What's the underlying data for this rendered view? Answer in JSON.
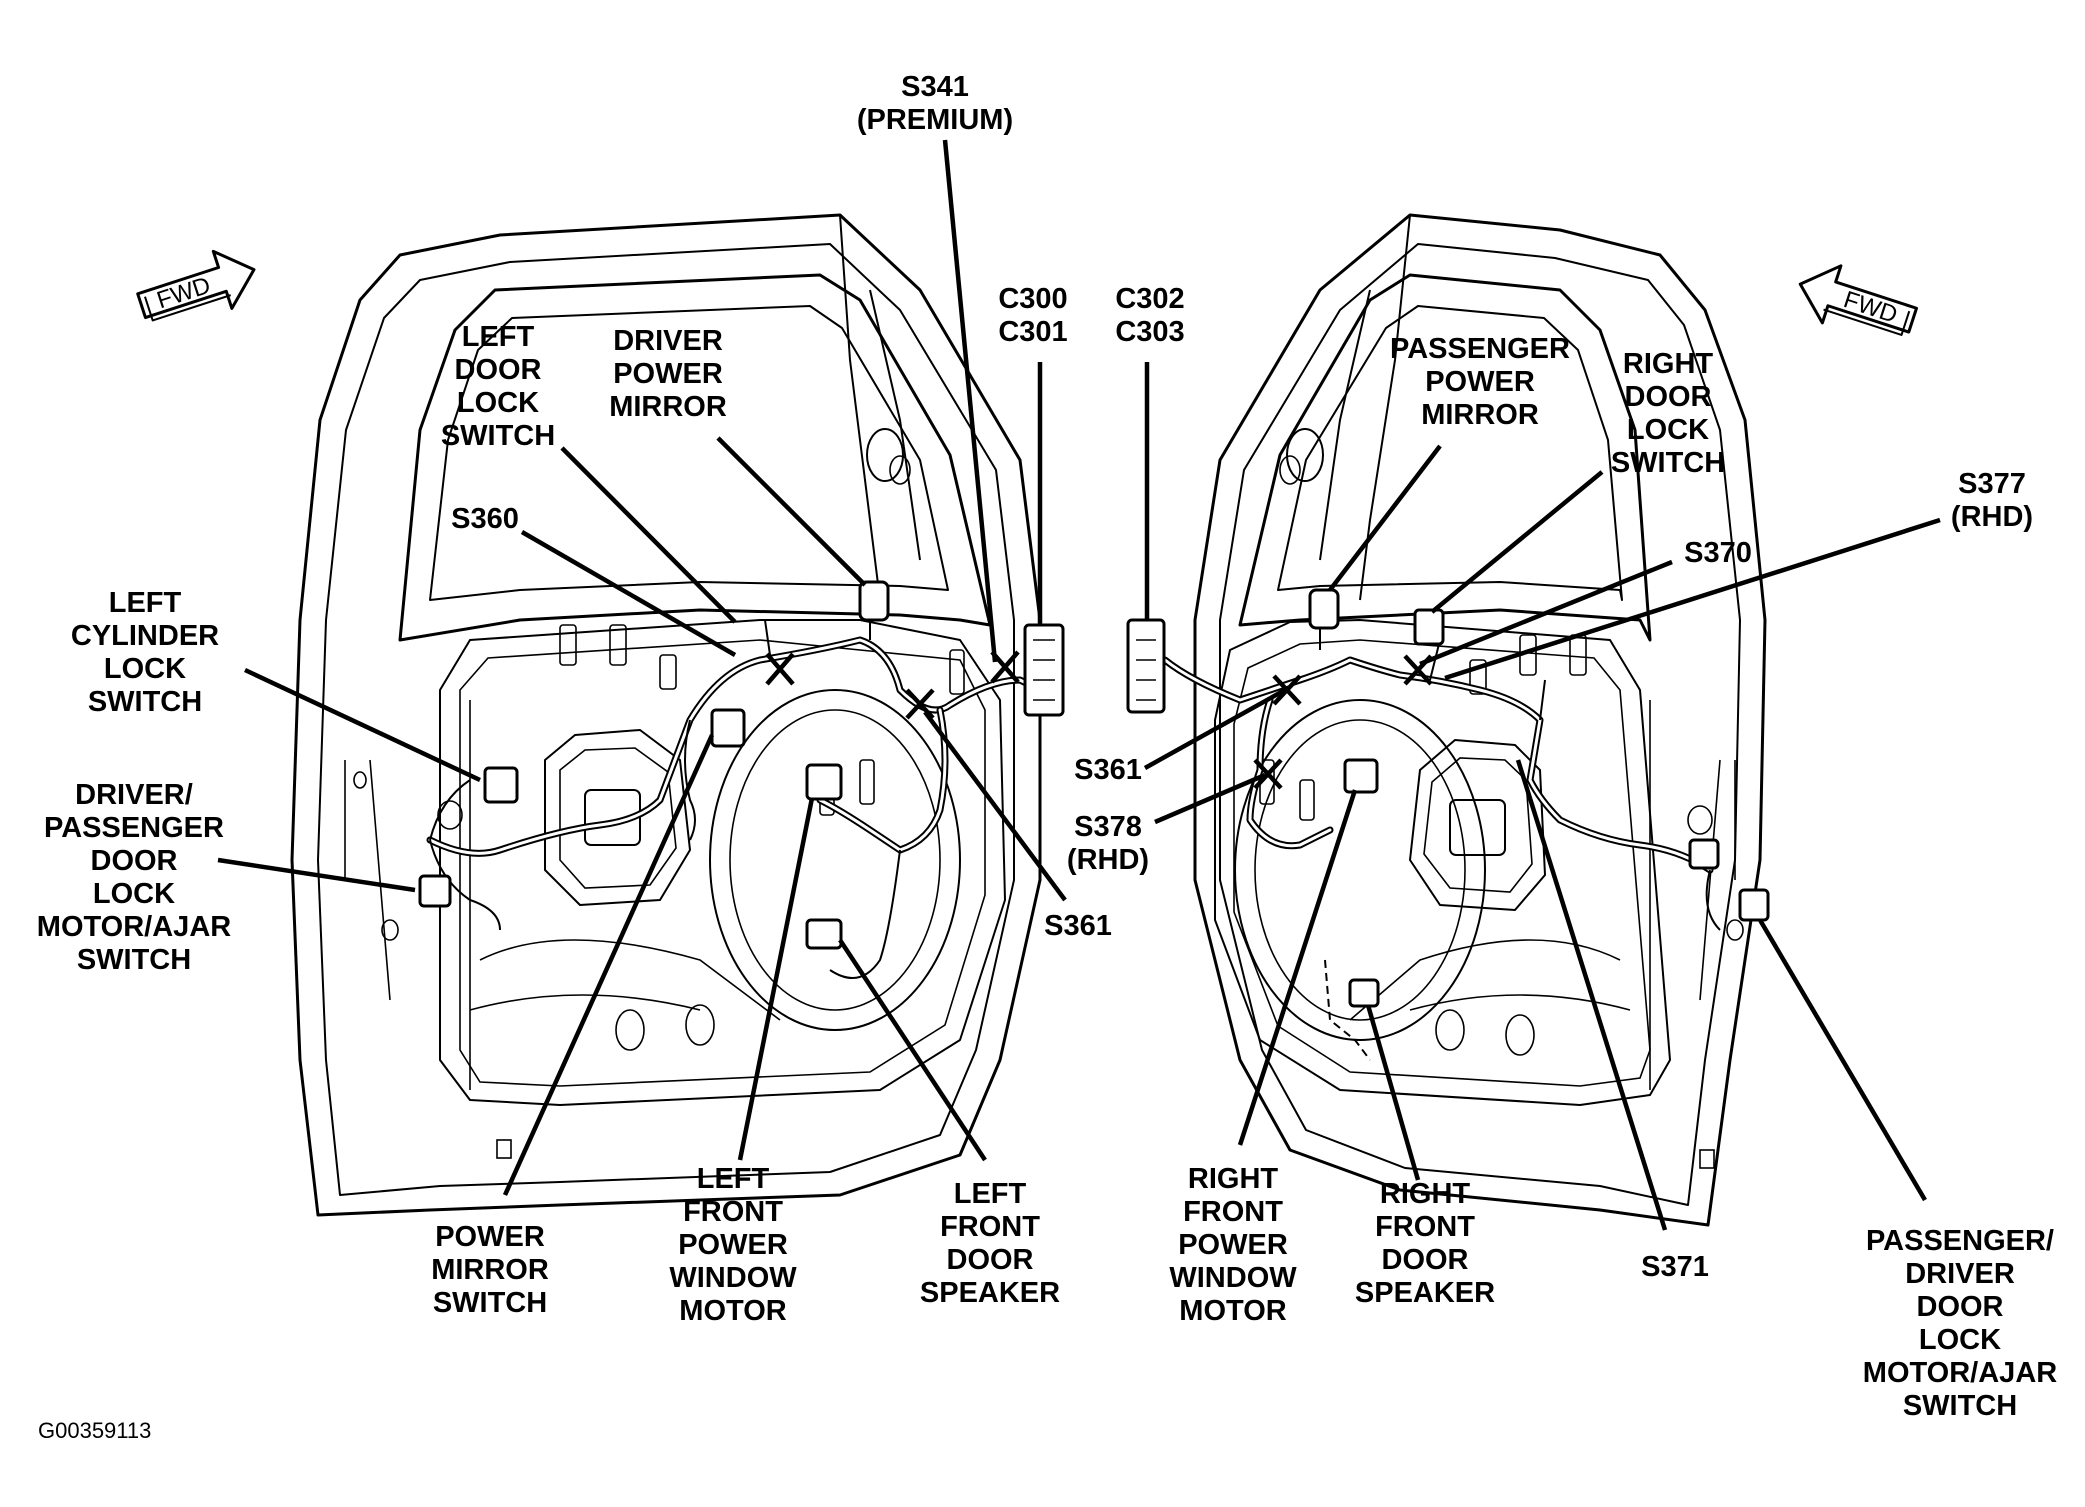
{
  "labels": {
    "s341": [
      "S341",
      "(PREMIUM)"
    ],
    "c300": [
      "C300",
      "C301"
    ],
    "c302": [
      "C302",
      "C303"
    ],
    "left_door_lock_switch": [
      "LEFT",
      "DOOR",
      "LOCK",
      "SWITCH"
    ],
    "driver_power_mirror": [
      "DRIVER",
      "POWER",
      "MIRROR"
    ],
    "s360": [
      "S360"
    ],
    "left_cylinder_lock_switch": [
      "LEFT",
      "CYLINDER",
      "LOCK",
      "SWITCH"
    ],
    "driver_passenger_door_lock": [
      "DRIVER/",
      "PASSENGER",
      "DOOR",
      "LOCK",
      "MOTOR/AJAR",
      "SWITCH"
    ],
    "s361_left": [
      "S361"
    ],
    "power_mirror_switch": [
      "POWER",
      "MIRROR",
      "SWITCH"
    ],
    "left_front_power_window_motor": [
      "LEFT",
      "FRONT",
      "POWER",
      "WINDOW",
      "MOTOR"
    ],
    "left_front_door_speaker": [
      "LEFT",
      "FRONT",
      "DOOR",
      "SPEAKER"
    ],
    "passenger_power_mirror": [
      "PASSENGER",
      "POWER",
      "MIRROR"
    ],
    "right_door_lock_switch": [
      "RIGHT",
      "DOOR",
      "LOCK",
      "SWITCH"
    ],
    "s377": [
      "S377",
      "(RHD)"
    ],
    "s370": [
      "S370"
    ],
    "s361_right": [
      "S361"
    ],
    "s378": [
      "S378",
      "(RHD)"
    ],
    "right_front_power_window_motor": [
      "RIGHT",
      "FRONT",
      "POWER",
      "WINDOW",
      "MOTOR"
    ],
    "right_front_door_speaker": [
      "RIGHT",
      "FRONT",
      "DOOR",
      "SPEAKER"
    ],
    "s371": [
      "S371"
    ],
    "passenger_driver_door_lock": [
      "PASSENGER/",
      "DRIVER",
      "DOOR",
      "LOCK",
      "MOTOR/AJAR",
      "SWITCH"
    ]
  },
  "fwd_text": "FWD",
  "figure_code": "G00359113"
}
